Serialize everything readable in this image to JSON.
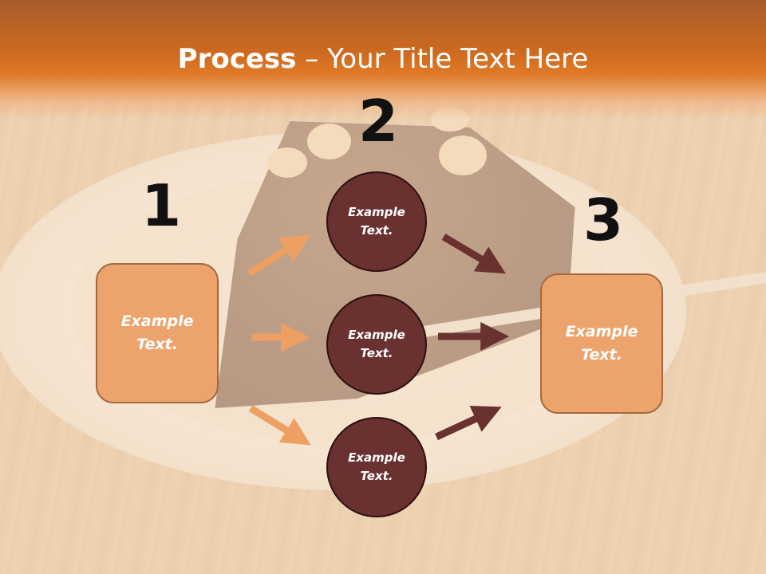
{
  "title": {
    "bold": "Process",
    "separator": " – ",
    "rest": "Your Title Text Here"
  },
  "steps": {
    "one": "1",
    "two": "2",
    "three": "3"
  },
  "left_box": {
    "line1": "Example",
    "line2": "Text."
  },
  "circles": [
    {
      "line1": "Example",
      "line2": "Text."
    },
    {
      "line1": "Example",
      "line2": "Text."
    },
    {
      "line1": "Example",
      "line2": "Text."
    }
  ],
  "right_box": {
    "line1": "Example",
    "line2": "Text."
  },
  "colors": {
    "banner": "#d96f22",
    "box_fill": "#eda46c",
    "circle_fill": "#6a3131",
    "arrow_light": "#eea062",
    "arrow_dark": "#6a3131"
  }
}
